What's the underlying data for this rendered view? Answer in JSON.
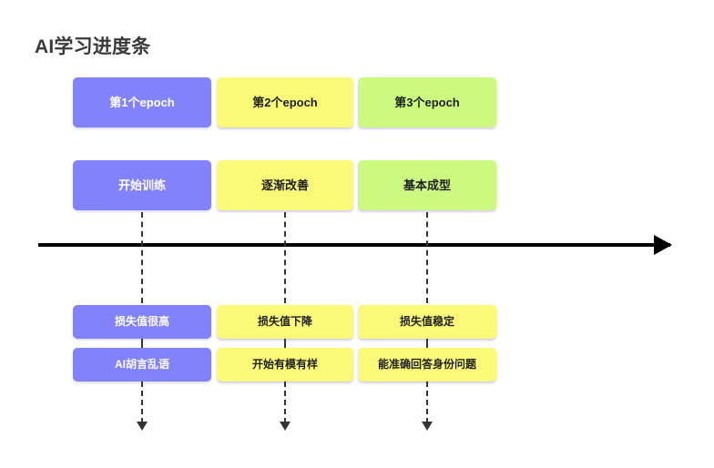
{
  "title": "AI学习进度条",
  "diagram": {
    "type": "timeline",
    "axis": {
      "label": "",
      "direction": "left-to-right",
      "color": "#000000"
    },
    "colors": {
      "purple": "#8282FA",
      "yellow": "#FAFA78",
      "green": "#CCFA80",
      "text_dark": "#1f1f1f",
      "text_light": "#ffffff",
      "title": "#3a3a3a",
      "axis": "#000000",
      "connector": "#333333"
    },
    "columns": [
      {
        "id": "epoch-1",
        "color": "purple",
        "above": [
          {
            "label": "第1个epoch"
          },
          {
            "label": "开始训练"
          }
        ],
        "below": [
          {
            "label": "损失值很高"
          },
          {
            "label": "AI胡言乱语"
          }
        ]
      },
      {
        "id": "epoch-2",
        "color": "yellow",
        "above": [
          {
            "label": "第2个epoch"
          },
          {
            "label": "逐渐改善"
          }
        ],
        "below": [
          {
            "label": "损失值下降"
          },
          {
            "label": "开始有模有样"
          }
        ]
      },
      {
        "id": "epoch-3",
        "color": "green",
        "above": [
          {
            "label": "第3个epoch"
          },
          {
            "label": "基本成型"
          }
        ],
        "below": [
          {
            "label": "损失值稳定"
          },
          {
            "label": "能准确回答身份问题"
          }
        ]
      }
    ]
  }
}
